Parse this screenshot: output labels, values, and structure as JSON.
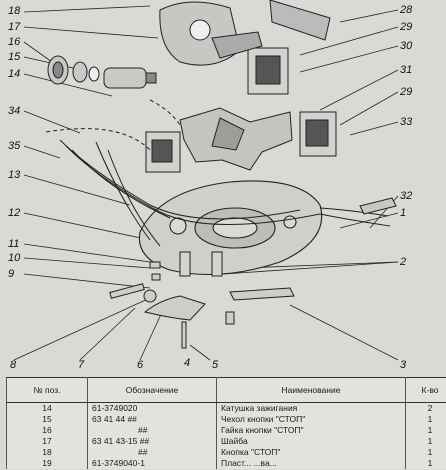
{
  "callouts": [
    "1",
    "2",
    "3",
    "4",
    "5",
    "6",
    "7",
    "8",
    "9",
    "10",
    "11",
    "12",
    "13",
    "14",
    "15",
    "16",
    "17",
    "18",
    "28",
    "29",
    "30",
    "31",
    "29",
    "33",
    "32",
    "34",
    "35"
  ],
  "table": {
    "headers": [
      "№ поз.",
      "Обозначение",
      "Наименование",
      "К-во"
    ],
    "rows": [
      {
        "pos": "14",
        "code": "61-3749020",
        "name": "Катушка зажигания",
        "qty": "2"
      },
      {
        "pos": "15",
        "code": "63 41 44 ##",
        "name": "Чехол кнопки \"СТОП\"",
        "qty": "1"
      },
      {
        "pos": "16",
        "code": "##",
        "name": "Гайка кнопки \"СТОП\"",
        "qty": "1"
      },
      {
        "pos": "17",
        "code": "63 41 43-15 ##",
        "name": "Шайба",
        "qty": "1"
      },
      {
        "pos": "18",
        "code": "##",
        "name": "Кнопка  \"СТОП\"",
        "qty": "1"
      },
      {
        "pos": "19",
        "code": "61-3749040-1",
        "name": "Пласт... ...ва...",
        "qty": "1"
      }
    ]
  }
}
